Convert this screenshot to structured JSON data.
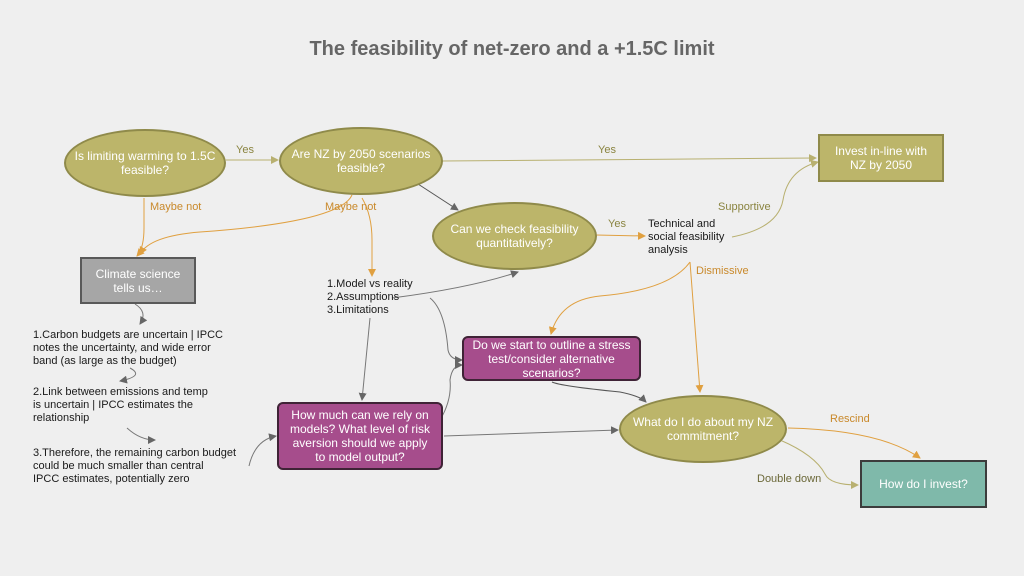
{
  "title": "The feasibility of net-zero and a +1.5C limit",
  "nodes": {
    "q_limit": "Is limiting warming to 1.5C feasible?",
    "q_nz2050": "Are NZ by 2050 scenarios feasible?",
    "q_check": "Can we check feasibility quantitatively?",
    "invest_nz": "Invest in-line with NZ by 2050",
    "climate_science": "Climate science tells us…",
    "tech_social": "Technical and\nsocial feasibility\nanalysis",
    "model_list": "1.Model vs reality\n2.Assumptions\n3.Limitations",
    "stress_test": "Do we start to outline a stress test/consider alternative scenarios?",
    "rely_models": "How much can we rely on models? What level of risk aversion should we apply to model output?",
    "nz_commitment": "What do I do about my NZ commitment?",
    "how_invest": "How do I invest?",
    "cs_point1": "1.Carbon budgets are uncertain | IPCC\n   notes the uncertainty, and wide error\n   band (as large as the budget)",
    "cs_point2": "2.Link between emissions and temp\n   is uncertain | IPCC estimates the\n   relationship",
    "cs_point3": "3.Therefore, the remaining carbon budget\n   could be much smaller than central\n   IPCC estimates, potentially zero"
  },
  "labels": {
    "yes1": "Yes",
    "yes2": "Yes",
    "yes3": "Yes",
    "maybe_not1": "Maybe not",
    "maybe_not2": "Maybe not",
    "supportive": "Supportive",
    "dismissive": "Dismissive",
    "rescind": "Rescind",
    "double_down": "Double down"
  },
  "colors": {
    "olive": "#bcb56a",
    "purple": "#a64d8c",
    "teal": "#7fb9aa",
    "grey": "#a6a6a6",
    "orange_arrow": "#e0a040",
    "olive_arrow": "#b8b070",
    "grey_arrow": "#777777"
  }
}
